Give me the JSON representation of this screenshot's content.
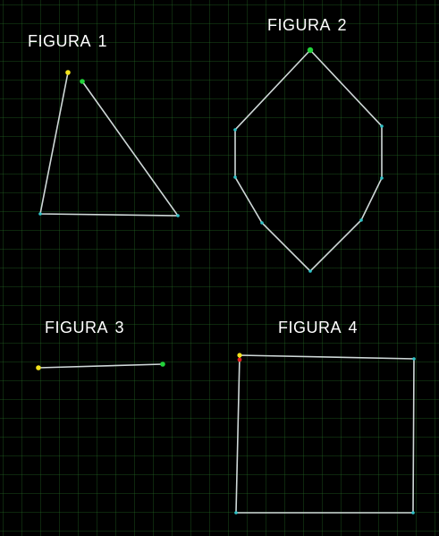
{
  "colors": {
    "background": "#000000",
    "grid": "#1f5a1f",
    "edge": "#cfd8d8",
    "vertex": "#2fc3c8",
    "start_point": "#f2e21c",
    "end_point": "#22d33a",
    "marker_red": "#e02020",
    "label": "#ffffff"
  },
  "figures": [
    {
      "label": "FIGURA 1"
    },
    {
      "label": "FIGURA 2"
    },
    {
      "label": "FIGURA 3"
    },
    {
      "label": "FIGURA 4"
    }
  ]
}
